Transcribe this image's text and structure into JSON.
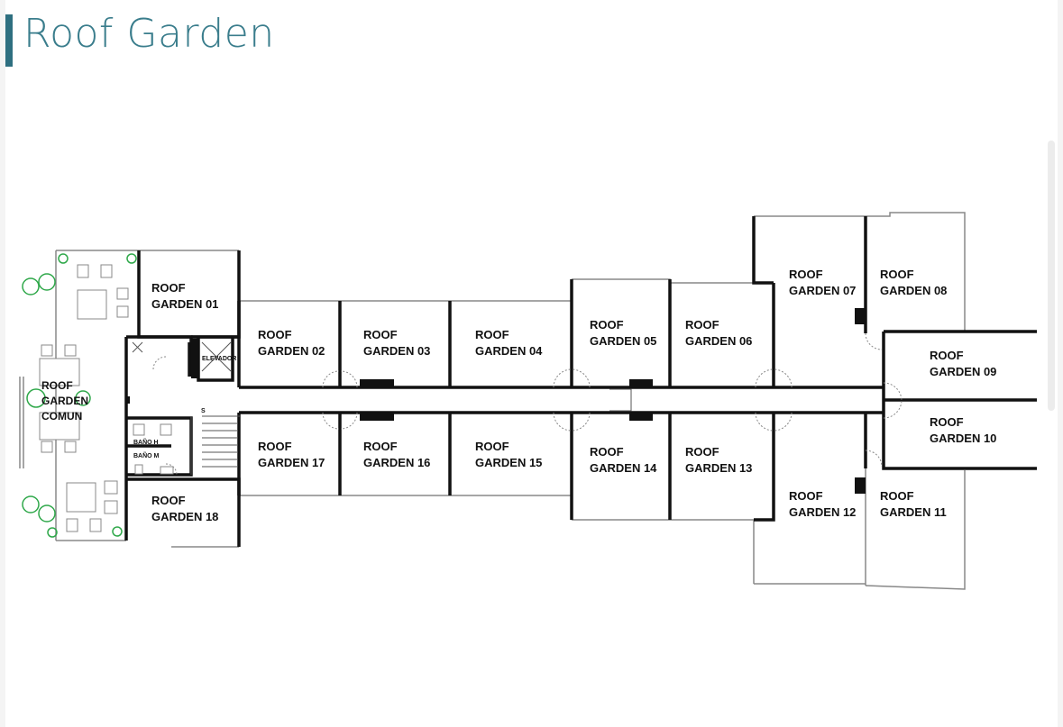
{
  "header": {
    "title": "Roof Garden",
    "accent_color": "#2e6f80",
    "title_color": "#3a7d8c"
  },
  "plan": {
    "rooms": [
      {
        "id": "01",
        "line1": "ROOF",
        "line2": "GARDEN 01"
      },
      {
        "id": "02",
        "line1": "ROOF",
        "line2": "GARDEN 02"
      },
      {
        "id": "03",
        "line1": "ROOF",
        "line2": "GARDEN 03"
      },
      {
        "id": "04",
        "line1": "ROOF",
        "line2": "GARDEN 04"
      },
      {
        "id": "05",
        "line1": "ROOF",
        "line2": "GARDEN 05"
      },
      {
        "id": "06",
        "line1": "ROOF",
        "line2": "GARDEN 06"
      },
      {
        "id": "07",
        "line1": "ROOF",
        "line2": "GARDEN 07"
      },
      {
        "id": "08",
        "line1": "ROOF",
        "line2": "GARDEN 08"
      },
      {
        "id": "09",
        "line1": "ROOF",
        "line2": "GARDEN 09"
      },
      {
        "id": "10",
        "line1": "ROOF",
        "line2": "GARDEN 10"
      },
      {
        "id": "11",
        "line1": "ROOF",
        "line2": "GARDEN 11"
      },
      {
        "id": "12",
        "line1": "ROOF",
        "line2": "GARDEN 12"
      },
      {
        "id": "13",
        "line1": "ROOF",
        "line2": "GARDEN 13"
      },
      {
        "id": "14",
        "line1": "ROOF",
        "line2": "GARDEN 14"
      },
      {
        "id": "15",
        "line1": "ROOF",
        "line2": "GARDEN 15"
      },
      {
        "id": "16",
        "line1": "ROOF",
        "line2": "GARDEN 16"
      },
      {
        "id": "17",
        "line1": "ROOF",
        "line2": "GARDEN 17"
      },
      {
        "id": "18",
        "line1": "ROOF",
        "line2": "GARDEN 18"
      }
    ],
    "common": {
      "line1": "ROOF",
      "line2": "GARDEN",
      "line3": "COMUN"
    },
    "elevator": "ELEVADOR",
    "bath_h": "BAÑO H",
    "bath_m": "BAÑO M",
    "stairs": "S",
    "plant_color": "#2fa84a"
  }
}
